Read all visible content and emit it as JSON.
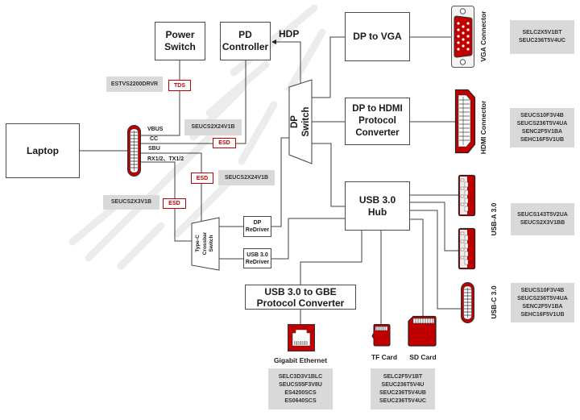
{
  "diagram": {
    "laptop": "Laptop",
    "power_switch": {
      "line1": "Power",
      "line2": "Switch"
    },
    "pd_controller": {
      "line1": "PD",
      "line2": "Controller"
    },
    "hdp_label": "HDP",
    "dp_switch": {
      "line1": "DP",
      "line2": "Switch"
    },
    "dp_to_vga": "DP to VGA",
    "dp_to_hdmi": {
      "line1": "DP to HDMI",
      "line2": "Protocol",
      "line3": "Converter"
    },
    "usb_hub": {
      "line1": "USB 3.0",
      "line2": "Hub"
    },
    "dp_redriver": {
      "line1": "DP",
      "line2": "ReDriver"
    },
    "usb_redriver": {
      "line1": "USB 3.0",
      "line2": "ReDriver"
    },
    "crossbar": {
      "line1": "Type-C",
      "line2": "Crossbar",
      "line3": "Switch"
    },
    "gbe_converter": {
      "line1": "USB 3.0 to GBE",
      "line2": "Protocol Converter"
    },
    "signals": {
      "vbus": "VBUS",
      "cc": "CC",
      "sbu": "SBU",
      "rx_tx": "RX1/2、TX1/2"
    },
    "protection": {
      "tds": "TDS",
      "esd_cc": "ESD",
      "esd_sbu": "ESD",
      "esd_rx": "ESD"
    },
    "connectors": {
      "vga": "VGA Connector",
      "hdmi": "HDMI Connector",
      "usb_a": "USB-A 3.0",
      "usb_c": "USB-C 3.0",
      "ethernet": "Gigabit Ethernet",
      "tf": "TF Card",
      "sd": "SD Card"
    },
    "parts": {
      "tvs_vbus": [
        "ESTVS2200DRVR"
      ],
      "esd_cc": [
        "SEUCS2X24V1B"
      ],
      "esd_sbu": [
        "SEUCS2X24V1B"
      ],
      "esd_rx": [
        "SEUCS2X3V1B"
      ],
      "vga": [
        "SELC2X5V1BT",
        "SEUC236T5V4UC"
      ],
      "hdmi": [
        "SEUCS10F3V4B",
        "SEUCS236T5V4UA",
        "SENC2F5V1BA",
        "SEHC16F5V1UB"
      ],
      "usb_a": [
        "SEUCS143T5V2UA",
        "SEUCS2X3V1BB"
      ],
      "usb_c": [
        "SEUCS10F3V4B",
        "SEUCS236T5V4UA",
        "SENC2F5V1BA",
        "SEHC16F5V1UB"
      ],
      "ethernet": [
        "SELC3D3V1BLC",
        "SEUCS55F3V8U",
        "ES4200SCS",
        "ES0640SCS"
      ],
      "cards": [
        "SELC2F5V1BT",
        "SEUC236T5V4U",
        "SEUC236T5V4UB",
        "SEUC236T5V4UC"
      ]
    },
    "colors": {
      "accent": "#c00000",
      "part_box": "#d9d9d9",
      "line": "#404040"
    }
  }
}
